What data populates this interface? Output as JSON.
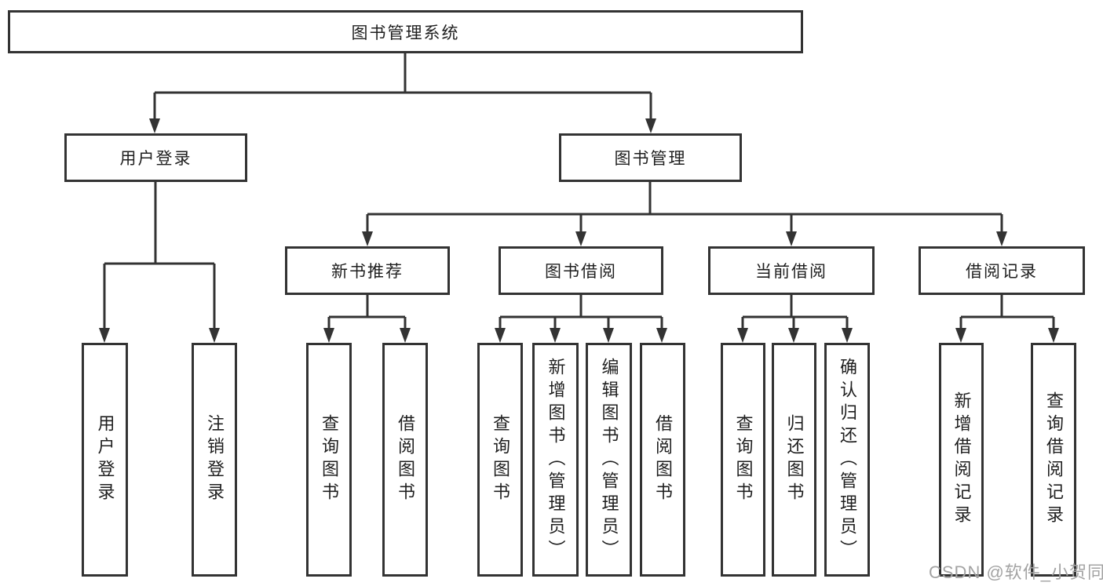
{
  "tree": {
    "title": "图书管理系统",
    "children": [
      {
        "label": "用户登录",
        "children": [
          {
            "label": "用户登录"
          },
          {
            "label": "注销登录"
          }
        ]
      },
      {
        "label": "图书管理",
        "children": [
          {
            "label": "新书推荐",
            "children": [
              {
                "label": "查询图书"
              },
              {
                "label": "借阅图书"
              }
            ]
          },
          {
            "label": "图书借阅",
            "children": [
              {
                "label": "查询图书"
              },
              {
                "label": "新增图书（管理员）"
              },
              {
                "label": "编辑图书（管理员）"
              },
              {
                "label": "借阅图书"
              }
            ]
          },
          {
            "label": "当前借阅",
            "children": [
              {
                "label": "查询图书"
              },
              {
                "label": "归还图书"
              },
              {
                "label": "确认归还（管理员）"
              }
            ]
          },
          {
            "label": "借阅记录",
            "children": [
              {
                "label": "新增借阅记录"
              },
              {
                "label": "查询借阅记录"
              }
            ]
          }
        ]
      }
    ]
  },
  "watermark": {
    "text": "CSDN @软件_小贺同学"
  },
  "colors": {
    "line": "#333333",
    "box_border": "#333333",
    "background": "#ffffff",
    "watermark_text": "#a3a3a3"
  }
}
